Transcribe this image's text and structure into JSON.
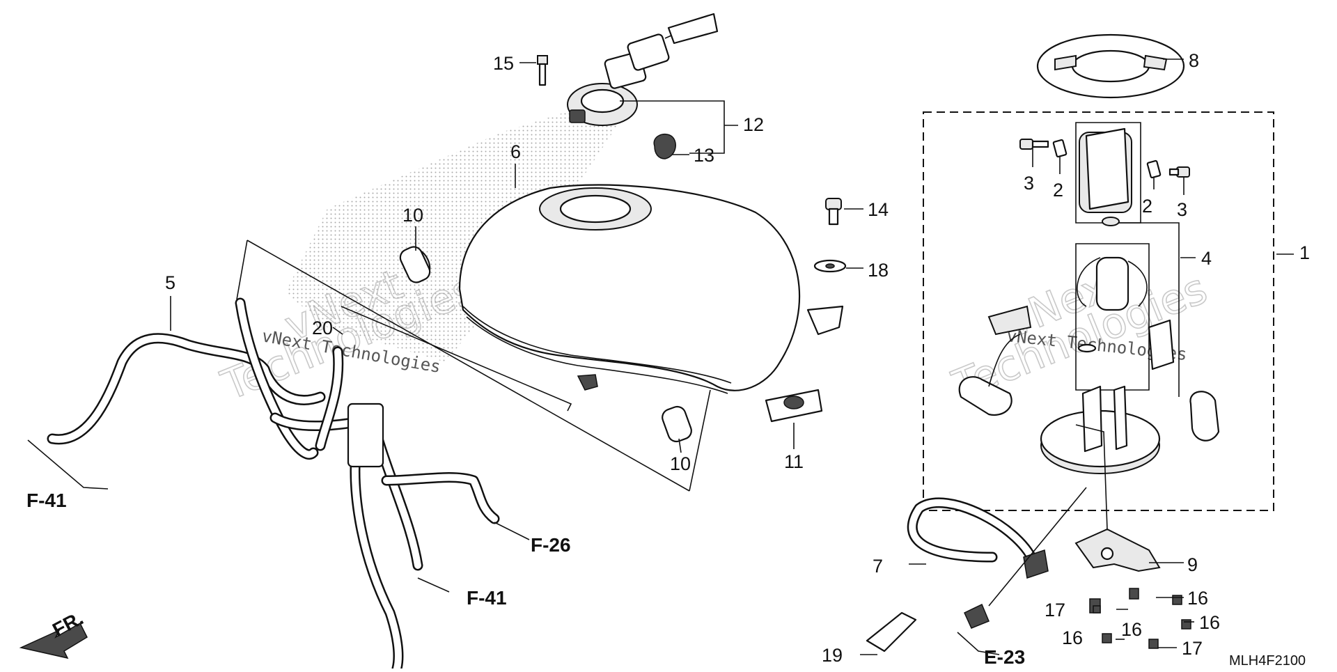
{
  "callouts": {
    "c1": "1",
    "c2a": "2",
    "c2b": "2",
    "c3a": "3",
    "c3b": "3",
    "c4": "4",
    "c5": "5",
    "c6": "6",
    "c7": "7",
    "c8": "8",
    "c9": "9",
    "c10a": "10",
    "c10b": "10",
    "c11": "11",
    "c12": "12",
    "c13": "13",
    "c14": "14",
    "c15": "15",
    "c16a": "16",
    "c16b": "16",
    "c16c": "16",
    "c16d": "16",
    "c17a": "17",
    "c17b": "17",
    "c18": "18",
    "c19": "19",
    "c20": "20"
  },
  "refs": {
    "f41_left": "F-41",
    "f26": "F-26",
    "f41_bottom": "F-41",
    "e23": "E-23",
    "front": "FR."
  },
  "diagram_code": "MLH4F2100",
  "watermarks": {
    "wm1_line1": "vNext",
    "wm1_line2": "Technologies",
    "wm2_line1": "vNext",
    "wm2_line2": "Technologies",
    "wm1_mono": "vNext Technologies",
    "wm2_mono": "vNext Technologies"
  }
}
